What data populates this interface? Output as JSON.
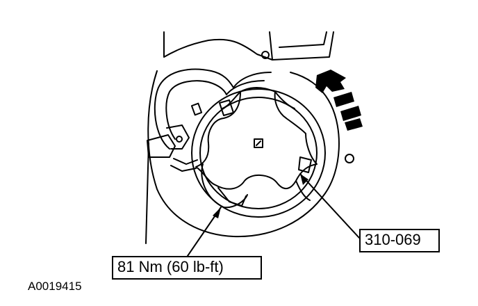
{
  "callouts": {
    "torque": "81 Nm (60 lb-ft)",
    "tool": "310-069"
  },
  "figure_id": "A0019415",
  "colors": {
    "ink": "#000000",
    "paper": "#ffffff"
  },
  "icons": {
    "direction": "arrow-icon"
  }
}
